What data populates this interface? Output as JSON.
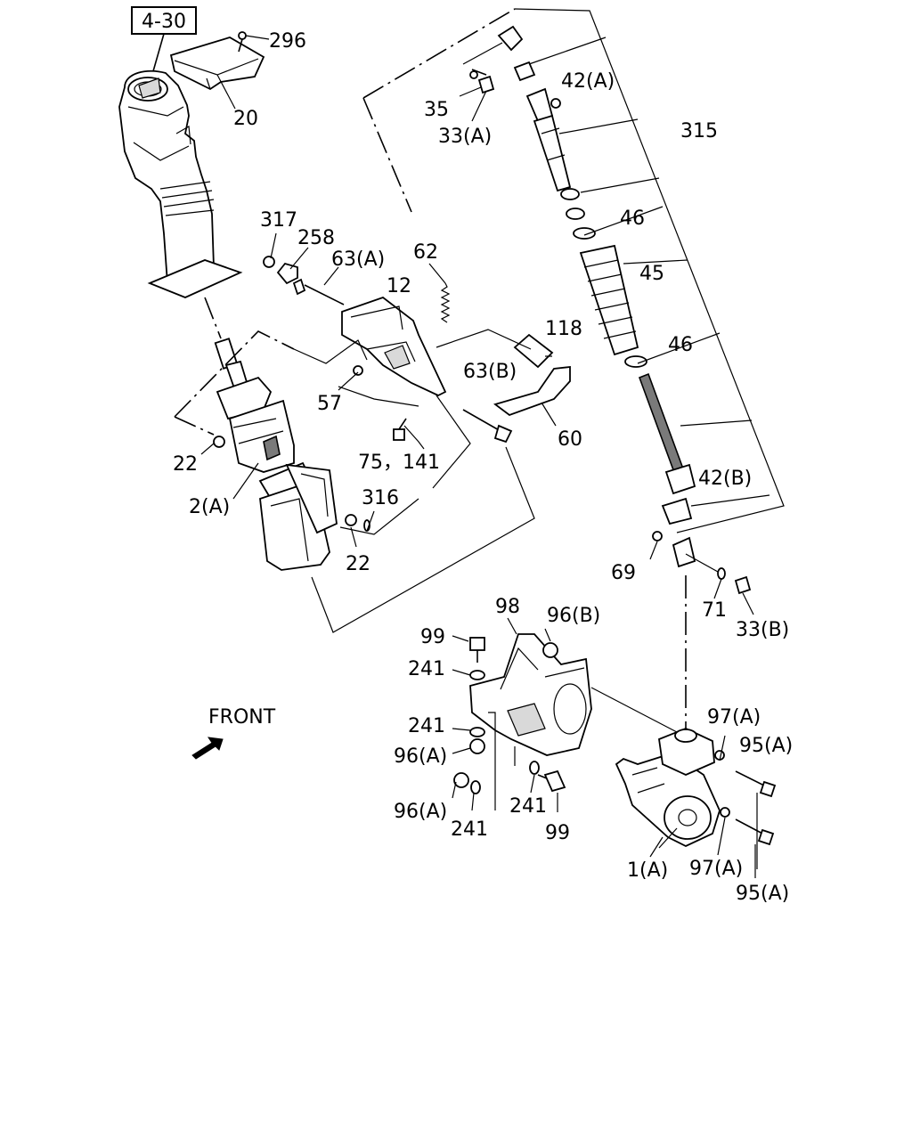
{
  "page_ref": "4-30",
  "front_label": "FRONT",
  "callouts": {
    "c296": "296",
    "c20": "20",
    "c317": "317",
    "c258": "258",
    "c63a": "63(A)",
    "c62": "62",
    "c12": "12",
    "c118": "118",
    "c63b": "63(B)",
    "c57": "57",
    "c60": "60",
    "c75_141": "75，141",
    "c22_left": "22",
    "c2a": "2(A)",
    "c316": "316",
    "c22_bottom": "22",
    "c35": "35",
    "c33a": "33(A)",
    "c42a": "42(A)",
    "c315": "315",
    "c46_top": "46",
    "c45": "45",
    "c46_mid": "46",
    "c42b": "42(B)",
    "c69": "69",
    "c71": "71",
    "c33b": "33(B)",
    "c98": "98",
    "c96b": "96(B)",
    "c99_top": "99",
    "c241_a": "241",
    "c241_b": "241",
    "c96a_a": "96(A)",
    "c96a_b": "96(A)",
    "c241_c": "241",
    "c241_d": "241",
    "c99_bottom": "99",
    "c97a_top": "97(A)",
    "c95a_top": "95(A)",
    "c1a": "1(A)",
    "c97a_bottom": "97(A)",
    "c95a_bottom": "95(A)"
  }
}
